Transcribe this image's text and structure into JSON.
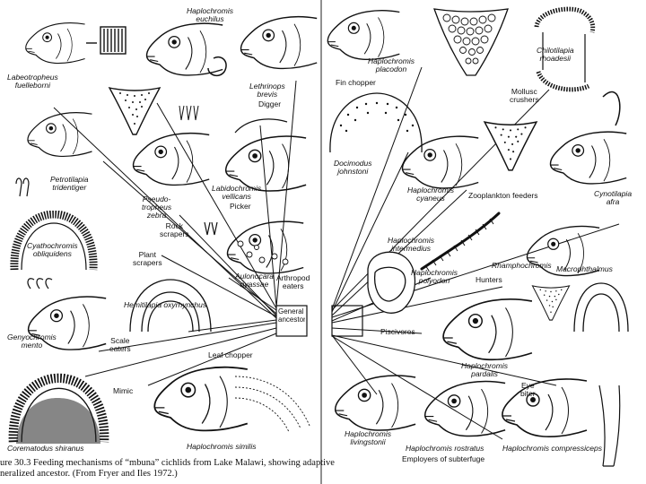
{
  "figure": {
    "caption_line1": "ure 30.3   Feeding mechanisms of “mbuna” cichlids from Lake Malawi, showing adaptive",
    "caption_line2": "neralized ancestor. (From Fryer and Iles 1972.)",
    "center_label": "General ancestor",
    "labels": {
      "labeotropheus": "Labeotropheus\nfuelleborni",
      "euchilus": "Haplochromis\neuchilus",
      "lethrinops": "Lethrinops\nbrevis",
      "digger": "Digger",
      "petrotilapia": "Petrotilapia\ntridentiger",
      "pseudotropheus": "Pseudo-\ntropheus\nzebra",
      "rock_scrapers": "Rock\nscrapers",
      "labidochromis": "Labidochromis\nvellicans",
      "picker": "Picker",
      "cyathochromis": "Cyathochromis\nobliquidens",
      "plant_scrapers": "Plant\nscrapers",
      "aulonocara": "Aulonocara\nnyassae",
      "arthropod_eaters": "Arthropod\neaters",
      "hemitilapia": "Hemitilapia oxyrhynchus",
      "genyochromis": "Genyochromis\nmento",
      "scale_eaters": "Scale\neaters",
      "leaf_chopper": "Leaf chopper",
      "mimic": "Mimic",
      "corematodus": "Corematodus shiranus",
      "similis": "Haplochromis similis",
      "placodon": "Haplochromis\nplacodon",
      "chilotilapia": "Chilotilapia\nrhoadesii",
      "fin_chopper": "Fin chopper",
      "mollusc_crushers": "Mollusc\ncrushers",
      "docimodus": "Docimodus\njohnstoni",
      "cyaneus": "Haplochromis\ncyaneus",
      "zooplankton": "Zooplankton feeders",
      "cynotilapia": "Cynotilapia\nafra",
      "intermedius": "Haplochromis\nintermedius",
      "polyodon": "Haplochromis\npolyodon",
      "hunters": "Hunters",
      "rhamphochromis": "Rhamphochromis",
      "macrophthalmus": "Macrophthalmus",
      "piscivores": "Piscivores",
      "pardalis": "Haplochromis\npardalis",
      "eye_biter": "Eye\nbiter",
      "livingstonii": "Haplochromis\nlivingstonii",
      "rostratus": "Haplochromis rostratus",
      "employers": "Employers of subterfuge",
      "compressiceps": "Haplochromis compressiceps"
    }
  }
}
